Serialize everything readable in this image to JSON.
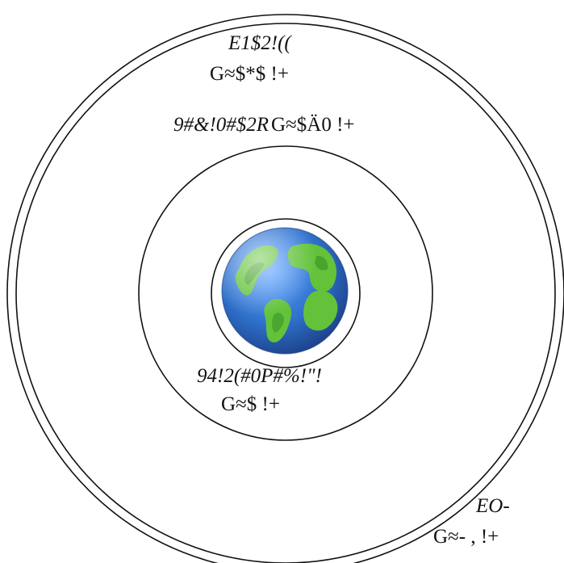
{
  "diagram": {
    "colors": {
      "ring_stroke": "#111111",
      "ocean": "#2e6fc9",
      "ocean_dark": "#1d4f9a",
      "land": "#63c23a",
      "land_dark": "#3e9a2a"
    },
    "labels": {
      "outermost_name": "E1$2!((",
      "outermost_value": "G≈$*$ !+",
      "middle_name": "9#&!0#$2R",
      "middle_value": "G≈$Ä0 !+",
      "inner_name": "94!2(#0P#%!\"!",
      "inner_value": "G≈$  !+",
      "edge_name": "EO-",
      "edge_value": "G≈- , !+"
    },
    "center_icon": "earth-globe-icon"
  }
}
